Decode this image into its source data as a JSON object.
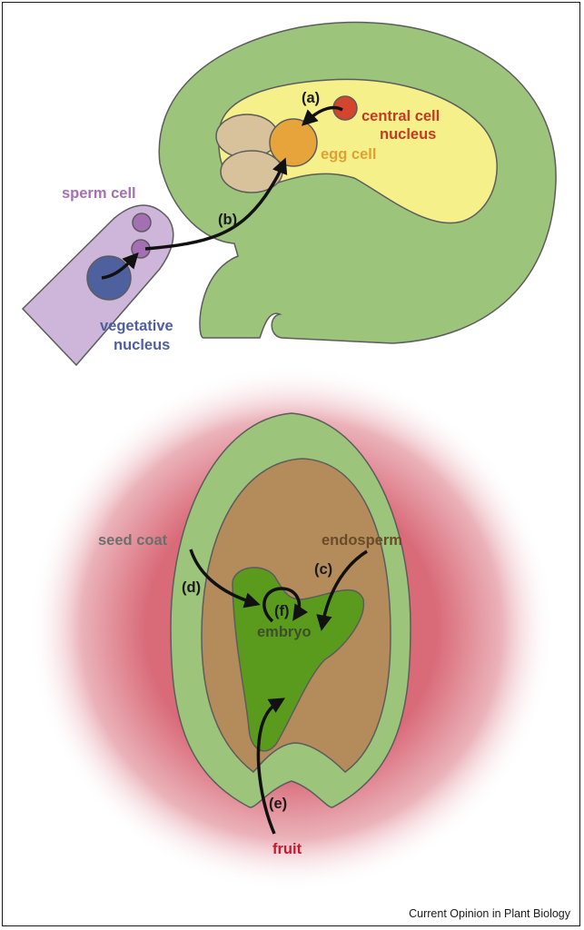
{
  "figure": {
    "credit": "Current Opinion in Plant Biology",
    "top_panel": {
      "labels": {
        "a": "(a)",
        "b": "(b)",
        "central_cell_line1": "central cell",
        "central_cell_line2": "nucleus",
        "egg_cell": "egg cell",
        "sperm_cell": "sperm cell",
        "vegetative_line1": "vegetative",
        "vegetative_line2": "nucleus"
      }
    },
    "bottom_panel": {
      "labels": {
        "seed_coat": "seed coat",
        "endosperm": "endosperm",
        "c": "(c)",
        "d": "(d)",
        "f": "(f)",
        "embryo": "embryo",
        "e": "(e)",
        "fruit": "fruit"
      }
    },
    "colors": {
      "ovule_green": "#9cc47a",
      "central_cell_yellow": "#f5f08a",
      "synergid_tan": "#d8c29c",
      "egg_orange": "#e7a43a",
      "central_nucleus_red": "#d4452e",
      "pollen_tube_lilac": "#cdb6d9",
      "sperm_purple": "#a56fb4",
      "vegetative_blue": "#4f609f",
      "fruit_red": "#d96a78",
      "endosperm_brown": "#b48c5c",
      "embryo_green": "#5a9b1e",
      "label_central_cell": "#c23b22",
      "label_egg": "#e0a033",
      "label_sperm": "#a56fb4",
      "label_vegetative": "#4f609f",
      "label_seed_coat": "#6e6e6e",
      "label_endosperm": "#6b4a28",
      "label_fruit": "#c8182f",
      "label_embryo": "#3d4f2a"
    }
  }
}
